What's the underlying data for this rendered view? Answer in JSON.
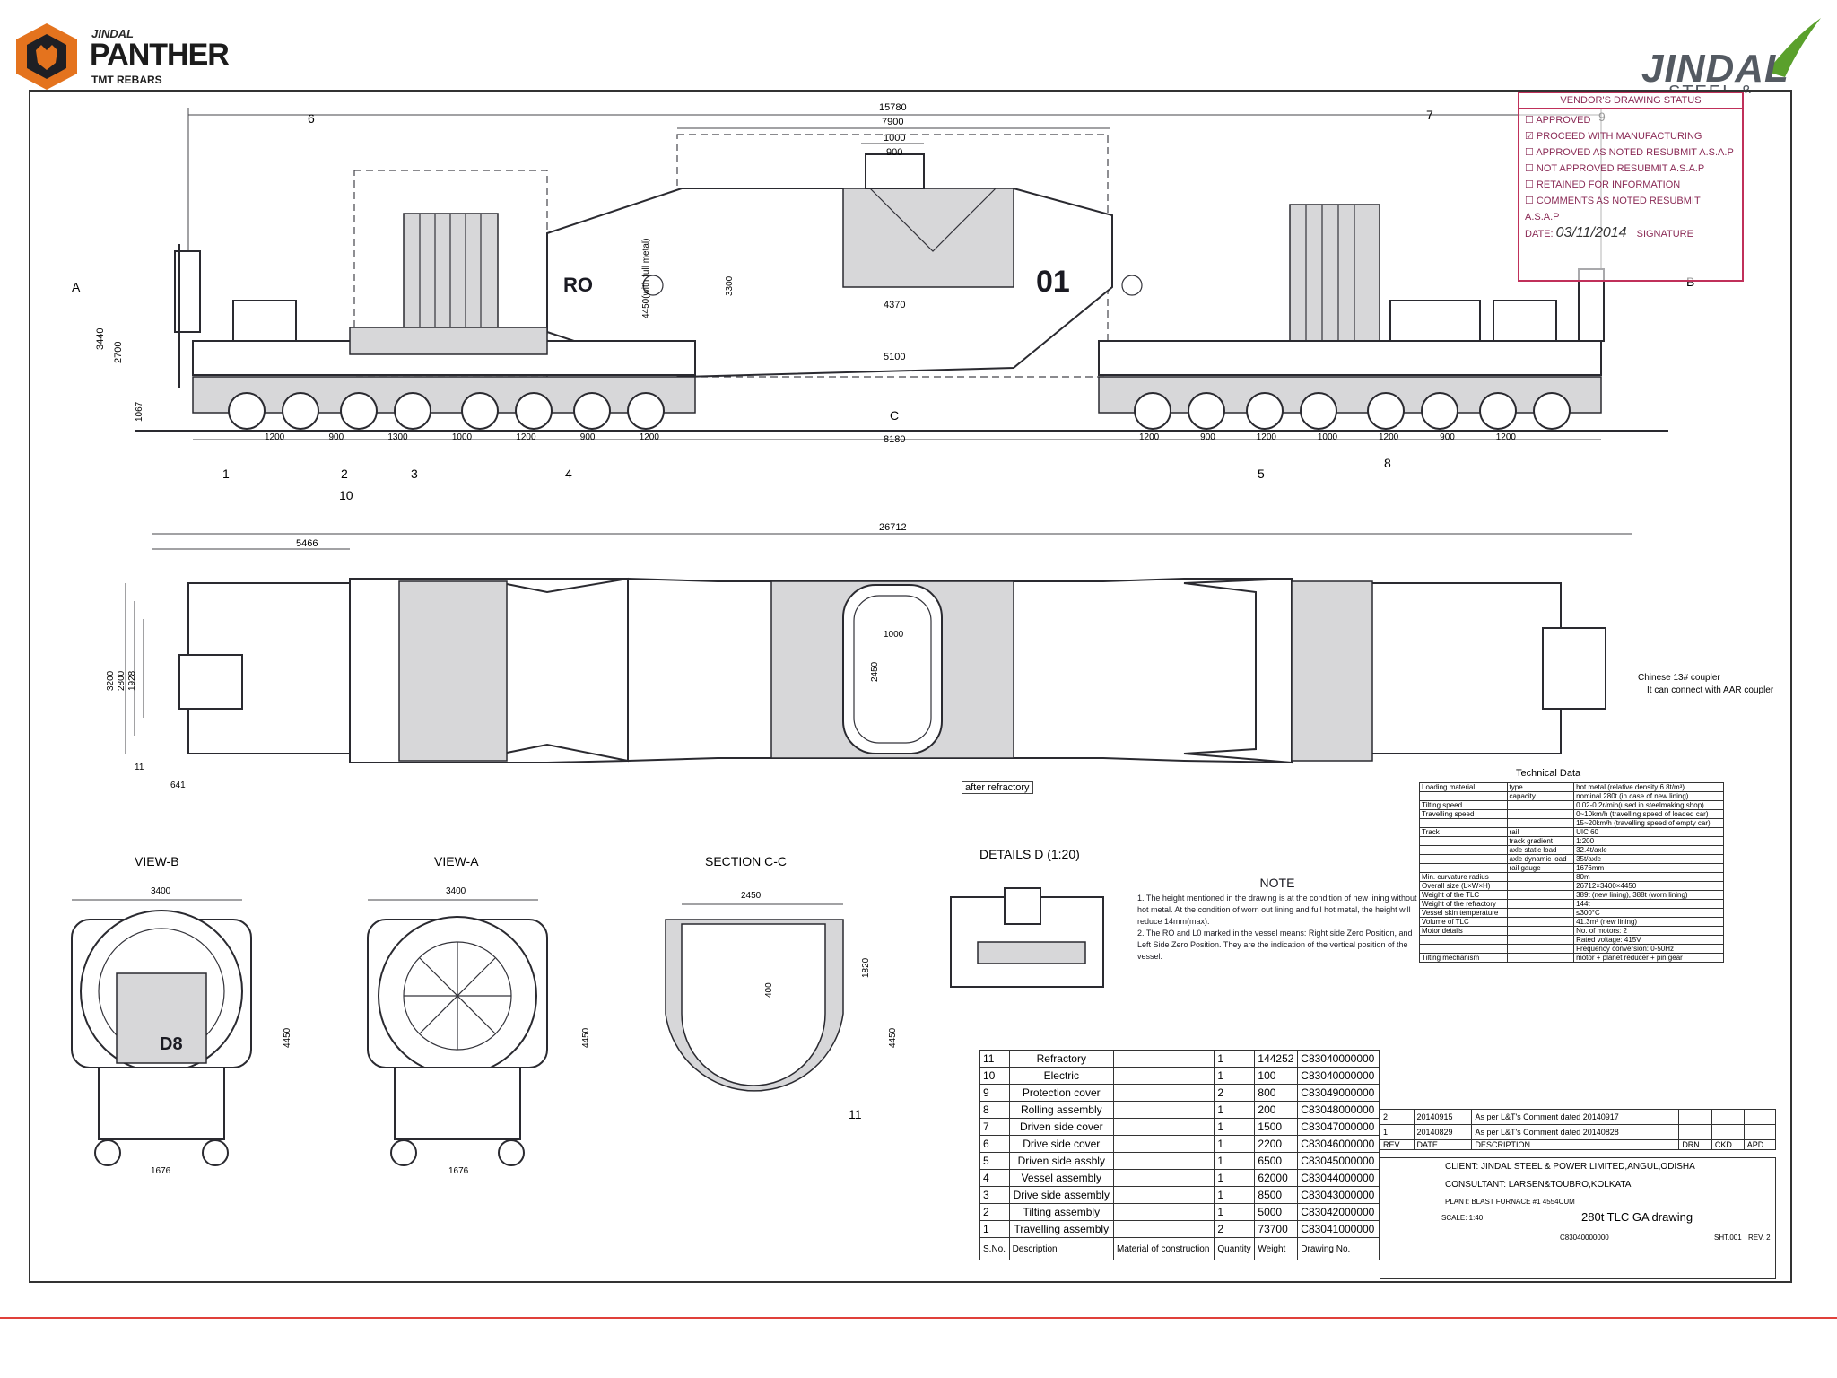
{
  "brand_left": {
    "company": "JINDAL",
    "product": "PANTHER",
    "tagline": "TMT REBARS"
  },
  "brand_right": {
    "company": "JINDAL",
    "subtitle": "STEEL & POWER"
  },
  "approval_stamp": {
    "heading": "VENDOR'S DRAWING STATUS",
    "options": [
      "APPROVED",
      "PROCEED WITH MANUFACTURING",
      "APPROVED AS NOTED RESUBMIT A.S.A.P",
      "NOT APPROVED RESUBMIT A.S.A.P",
      "RETAINED FOR INFORMATION",
      "COMMENTS AS NOTED RESUBMIT A.S.A.P"
    ],
    "date": "03/11/2014",
    "date_label": "DATE",
    "signature_label": "SIGNATURE"
  },
  "side_view": {
    "top_dims": [
      "15780",
      "7900",
      "1000",
      "900"
    ],
    "markers": [
      "RO",
      "01",
      "A",
      "B",
      "C"
    ],
    "inner_dims": [
      "4370",
      "5100",
      "8180",
      "4450(with full metal)",
      "3300"
    ],
    "left_spacings": [
      "1200",
      "900",
      "1300",
      "1000",
      "1200",
      "900",
      "1200"
    ],
    "right_spacings": [
      "1200",
      "900",
      "1200",
      "1000",
      "1200",
      "900",
      "1200"
    ],
    "height_dims": [
      "3440",
      "2700",
      "1067"
    ],
    "callouts": [
      "1",
      "2",
      "3",
      "4",
      "5",
      "6",
      "7",
      "8",
      "9",
      "10",
      "11"
    ]
  },
  "plan_view": {
    "overall_length": "26712",
    "left_length": "5466",
    "widths": [
      "3200",
      "2800",
      "1928",
      "2450",
      "1000"
    ],
    "bottom_dims": [
      "641",
      "11"
    ],
    "annotations": [
      "after refractory",
      "Chinese 13# coupler",
      "It can connect with AAR coupler"
    ]
  },
  "views": [
    {
      "title": "VIEW-B",
      "width": "3400",
      "height": "4450",
      "bottom": "1676",
      "mark": "D8"
    },
    {
      "title": "VIEW-A",
      "width": "3400",
      "height": "4450",
      "bottom": "1676"
    },
    {
      "title": "SECTION C-C",
      "width": "2450",
      "height": "4450",
      "side": "1820",
      "inner": "400"
    },
    {
      "title": "DETAILS D (1:20)"
    }
  ],
  "note": {
    "title": "NOTE",
    "items": [
      "1. The height mentioned in the drawing is at the condition of new lining without hot metal. At the condition of worn out lining and full hot metal, the height will reduce 14mm(max).",
      "2. The RO and L0 marked in the vessel means: Right side Zero Position, and Left Side Zero Position. They are the indication of the vertical position of the vessel."
    ]
  },
  "tech_data": {
    "title": "Technical Data",
    "rows": [
      [
        "Loading material",
        "type",
        "hot metal (relative density 6.8t/m³)"
      ],
      [
        "",
        "capacity",
        "nominal 280t (in case of new lining)"
      ],
      [
        "Tilting speed",
        "",
        "0.02-0.2r/min(used in steelmaking shop)"
      ],
      [
        "Travelling speed",
        "",
        "0~10km/h (travelling speed of loaded car)"
      ],
      [
        "",
        "",
        "15~20km/h (travelling speed of empty car)"
      ],
      [
        "Track",
        "rail",
        "UIC 60"
      ],
      [
        "",
        "track gradient",
        "1:200"
      ],
      [
        "",
        "axle static load",
        "32.4t/axle"
      ],
      [
        "",
        "axle dynamic load",
        "35t/axle"
      ],
      [
        "",
        "rail gauge",
        "1676mm"
      ],
      [
        "Min. curvature radius",
        "",
        "80m"
      ],
      [
        "Overall size (L×W×H)",
        "",
        "26712×3400×4450"
      ],
      [
        "Weight of the TLC",
        "",
        "389t (new lining), 388t (worn lining)"
      ],
      [
        "Weight of the refractory",
        "",
        "144t"
      ],
      [
        "Vessel skin temperature",
        "",
        "≤300°C"
      ],
      [
        "Volume of TLC",
        "",
        "41.3m³ (new lining)"
      ],
      [
        "Motor details",
        "",
        "No. of motors: 2"
      ],
      [
        "",
        "",
        "Rated voltage: 415V"
      ],
      [
        "",
        "",
        "Frequency conversion: 0-50Hz"
      ],
      [
        "Tilting mechanism",
        "",
        "motor + planet reducer + pin gear"
      ]
    ]
  },
  "parts_list": {
    "headers": [
      "S.No.",
      "Description",
      "Material of construction",
      "Quantity",
      "Weight",
      "Drawing No."
    ],
    "rows": [
      [
        "11",
        "Refractory",
        "",
        "1",
        "144252",
        "C83040000000"
      ],
      [
        "10",
        "Electric",
        "",
        "1",
        "100",
        "C83040000000"
      ],
      [
        "9",
        "Protection cover",
        "",
        "2",
        "800",
        "C83049000000"
      ],
      [
        "8",
        "Rolling assembly",
        "",
        "1",
        "200",
        "C83048000000"
      ],
      [
        "7",
        "Driven side cover",
        "",
        "1",
        "1500",
        "C83047000000"
      ],
      [
        "6",
        "Drive side cover",
        "",
        "1",
        "2200",
        "C83046000000"
      ],
      [
        "5",
        "Driven side assbly",
        "",
        "1",
        "6500",
        "C83045000000"
      ],
      [
        "4",
        "Vessel assembly",
        "",
        "1",
        "62000",
        "C83044000000"
      ],
      [
        "3",
        "Drive side assembly",
        "",
        "1",
        "8500",
        "C83043000000"
      ],
      [
        "2",
        "Tilting assembly",
        "",
        "1",
        "5000",
        "C83042000000"
      ],
      [
        "1",
        "Travelling assembly",
        "",
        "2",
        "73700",
        "C83041000000"
      ]
    ]
  },
  "revisions": {
    "headers": [
      "REV.",
      "DATE",
      "DESCRIPTION",
      "DRN",
      "CKD",
      "APD"
    ],
    "rows": [
      [
        "2",
        "20140915",
        "As per L&T's Comment dated 20140917",
        "",
        "",
        ""
      ],
      [
        "1",
        "20140829",
        "As per L&T's Comment dated 20140828",
        "",
        "",
        ""
      ]
    ]
  },
  "title_block": {
    "client": "CLIENT: JINDAL STEEL & POWER LIMITED,ANGUL,ODISHA",
    "consultant": "CONSULTANT: LARSEN&TOUBRO,KOLKATA",
    "plant": "PLANT: BLAST FURNACE #1 4554CUM",
    "scale": "SCALE: 1:40",
    "title": "280t TLC GA drawing",
    "drawing_no": "C83040000000",
    "sheet": "SHT.001",
    "rev": "REV. 2"
  }
}
